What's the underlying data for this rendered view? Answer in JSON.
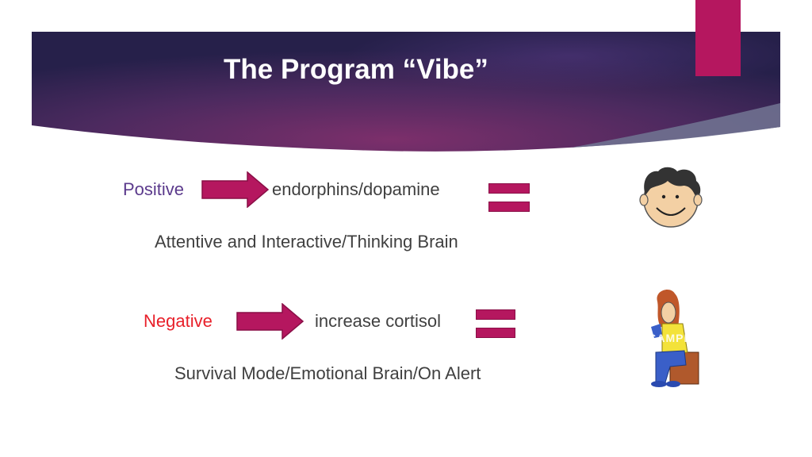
{
  "slide": {
    "title": "The Program “Vibe”"
  },
  "positive": {
    "label": "Positive",
    "result": "endorphins/dopamine",
    "description": "Attentive and Interactive/Thinking Brain"
  },
  "negative": {
    "label": "Negative",
    "result": "increase cortisol",
    "description": "Survival Mode/Emotional Brain/On Alert"
  },
  "sad_image": {
    "watermark": "SAMPLE"
  },
  "colors": {
    "accent": "#b5175f",
    "header_dark": "#2a1f4d",
    "header_glow": "#7a2f6d",
    "positive_label": "#5b3a8c",
    "negative_label": "#e8202a",
    "body_text": "#404040"
  },
  "icons": {
    "arrow": "right-arrow-icon",
    "equals": "equals-icon",
    "happy": "happy-face-icon",
    "sad": "sad-person-icon"
  }
}
